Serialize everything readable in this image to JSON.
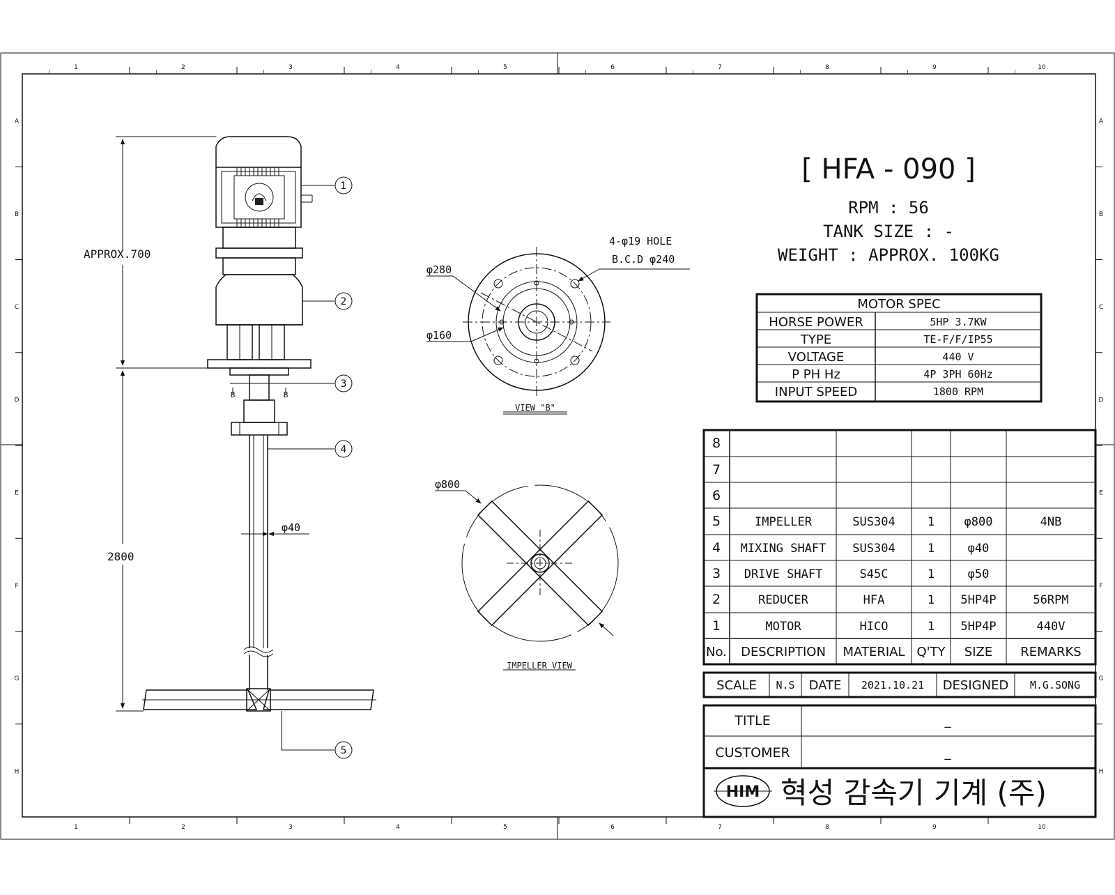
{
  "frame": {
    "columns": [
      "1",
      "2",
      "3",
      "4",
      "5",
      "6",
      "7",
      "8",
      "9",
      "10"
    ],
    "rows": [
      "A",
      "B",
      "C",
      "D",
      "E",
      "F",
      "G",
      "H"
    ]
  },
  "header": {
    "model": "[ HFA - 090 ]",
    "rpm": "RPM : 56",
    "tank_size": "TANK SIZE : -",
    "weight": "WEIGHT : APPROX. 100KG"
  },
  "motor_spec": {
    "title": "MOTOR SPEC",
    "rows": [
      {
        "label": "HORSE POWER",
        "value": "5HP 3.7KW"
      },
      {
        "label": "TYPE",
        "value": "TE-F/F/IP55"
      },
      {
        "label": "VOLTAGE",
        "value": "440 V"
      },
      {
        "label": "P PH Hz",
        "value": "4P 3PH 60Hz"
      },
      {
        "label": "INPUT SPEED",
        "value": "1800 RPM"
      }
    ]
  },
  "parts": {
    "headers": [
      "No.",
      "DESCRIPTION",
      "MATERIAL",
      "Q'TY",
      "SIZE",
      "REMARKS"
    ],
    "rows": [
      {
        "no": "8",
        "desc": "",
        "mat": "",
        "qty": "",
        "size": "",
        "rem": ""
      },
      {
        "no": "7",
        "desc": "",
        "mat": "",
        "qty": "",
        "size": "",
        "rem": ""
      },
      {
        "no": "6",
        "desc": "",
        "mat": "",
        "qty": "",
        "size": "",
        "rem": ""
      },
      {
        "no": "5",
        "desc": "IMPELLER",
        "mat": "SUS304",
        "qty": "1",
        "size": "φ800",
        "rem": "4NB"
      },
      {
        "no": "4",
        "desc": "MIXING SHAFT",
        "mat": "SUS304",
        "qty": "1",
        "size": "φ40",
        "rem": ""
      },
      {
        "no": "3",
        "desc": "DRIVE SHAFT",
        "mat": "S45C",
        "qty": "1",
        "size": "φ50",
        "rem": ""
      },
      {
        "no": "2",
        "desc": "REDUCER",
        "mat": "HFA",
        "qty": "1",
        "size": "5HP4P",
        "rem": "56RPM"
      },
      {
        "no": "1",
        "desc": "MOTOR",
        "mat": "HICO",
        "qty": "1",
        "size": "5HP4P",
        "rem": "440V"
      }
    ]
  },
  "scale_row": {
    "scale_label": "SCALE",
    "scale_value": "N.S",
    "date_label": "DATE",
    "date_value": "2021.10.21",
    "designed_label": "DESIGNED",
    "designed_value": "M.G.SONG"
  },
  "title_block": {
    "title_label": "TITLE",
    "title_value": "_",
    "customer_label": "CUSTOMER",
    "customer_value": "_",
    "logo_text": "HIM",
    "company": "혁성 감속기 기계 (주)"
  },
  "drawing": {
    "dim_overall_top": "APPROX.700",
    "dim_shaft_length": "2800",
    "dim_shaft_dia": "φ40",
    "balloons": [
      "1",
      "2",
      "3",
      "4",
      "5"
    ],
    "section_mark": "B",
    "view_b": {
      "label": "VIEW \"B\"",
      "hole_note": "4-φ19 HOLE",
      "bcd_note": "B.C.D φ240",
      "dia_outer": "φ280",
      "dia_inner": "φ160"
    },
    "impeller_view": {
      "label": "IMPELLER VIEW",
      "dia": "φ800"
    }
  }
}
